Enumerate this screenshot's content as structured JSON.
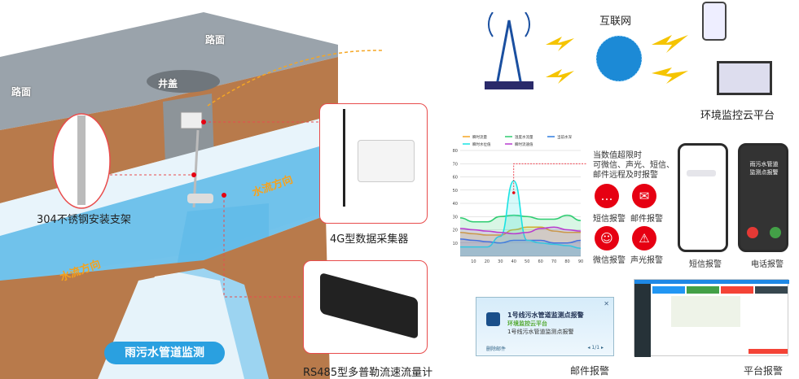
{
  "scene": {
    "road_left": "路面",
    "road_right": "路面",
    "manhole": "井盖",
    "bracket_label": "304不锈钢安装支架",
    "flow_direction_1": "水流方向",
    "flow_direction_2": "水流方向",
    "collector_label": "4G型数据采集器",
    "flowmeter_label": "RS485型多普勒流速流量计",
    "title_badge": "雨污水管道监测"
  },
  "network": {
    "internet_label": "互联网",
    "cloud_label": "环境监控云平台"
  },
  "alert_text": [
    "当数值超限时",
    "可微信、声光、短信、",
    "邮件远程及时报警"
  ],
  "alarm_icons": [
    {
      "label": "短信报警",
      "icon": "sms-icon"
    },
    {
      "label": "邮件报警",
      "icon": "mail-icon"
    },
    {
      "label": "微信报警",
      "icon": "wechat-icon"
    },
    {
      "label": "声光报警",
      "icon": "siren-icon"
    }
  ],
  "phones": {
    "sms_label": "短信报警",
    "call_label": "电话报警",
    "call_text": [
      "雨污水管道",
      "监测点报警"
    ]
  },
  "email_popup": {
    "title": "1号线污水管道监测点报警",
    "sender": "环境监控云平台",
    "body": "1号线污水管道监测点报警",
    "delete": "删除邮件",
    "pager": "1/1",
    "caption": "邮件报警"
  },
  "platform": {
    "caption": "平台报警"
  },
  "colors": {
    "accent": "#e60012",
    "badge": "#2aa0e0",
    "water": "#5ab8e8",
    "earth": "#b87a4b"
  },
  "chart_data": {
    "type": "area",
    "x": [
      0,
      10,
      20,
      30,
      40,
      50,
      60,
      70,
      80,
      90
    ],
    "xlim": [
      0,
      90
    ],
    "ylim": [
      0,
      80
    ],
    "yticks": [
      10,
      20,
      30,
      40,
      50,
      60,
      70,
      80
    ],
    "xticks": [
      10,
      20,
      30,
      40,
      50,
      60,
      70,
      80,
      90
    ],
    "series": [
      {
        "name": "瞬时流量",
        "color": "#f5a623",
        "values": [
          18,
          17,
          16,
          16,
          20,
          22,
          22,
          19,
          18,
          18
        ]
      },
      {
        "name": "温度水流量",
        "color": "#2ecc71",
        "values": [
          29,
          26,
          26,
          30,
          31,
          30,
          28,
          28,
          31,
          27
        ]
      },
      {
        "name": "当前水深",
        "color": "#2f7de1",
        "values": [
          13,
          12,
          11,
          10,
          12,
          12,
          12,
          10,
          10,
          12
        ]
      },
      {
        "name": "瞬时水位值",
        "color": "#19e3e3",
        "values": [
          7,
          7,
          7,
          15,
          57,
          12,
          10,
          9,
          8,
          6
        ]
      },
      {
        "name": "瞬时流速值",
        "color": "#b93ccf",
        "values": [
          21,
          20,
          19,
          18,
          17,
          18,
          21,
          22,
          20,
          19
        ]
      }
    ]
  }
}
